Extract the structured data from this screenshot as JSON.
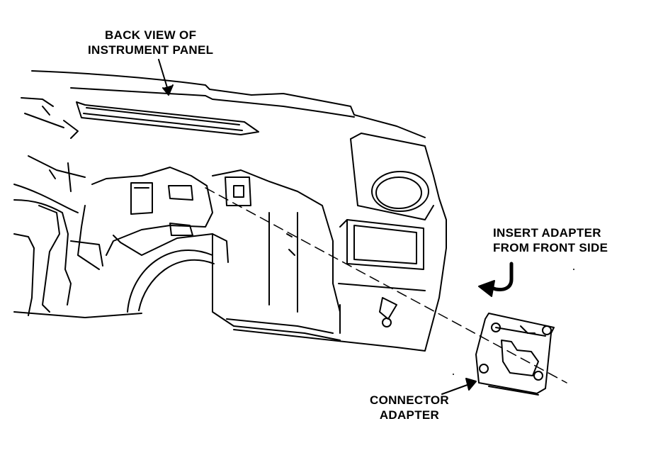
{
  "labels": {
    "back_view": [
      "BACK VIEW OF",
      "INSTRUMENT PANEL"
    ],
    "insert_adapter": [
      "INSERT ADAPTER",
      "FROM FRONT SIDE"
    ],
    "connector_adapter": [
      "CONNECTOR",
      "ADAPTER"
    ]
  },
  "colors": {
    "ink": "#000000",
    "paper": "#ffffff"
  },
  "icons": [
    "pointer-arrow-icon",
    "curved-insert-arrow-icon"
  ]
}
